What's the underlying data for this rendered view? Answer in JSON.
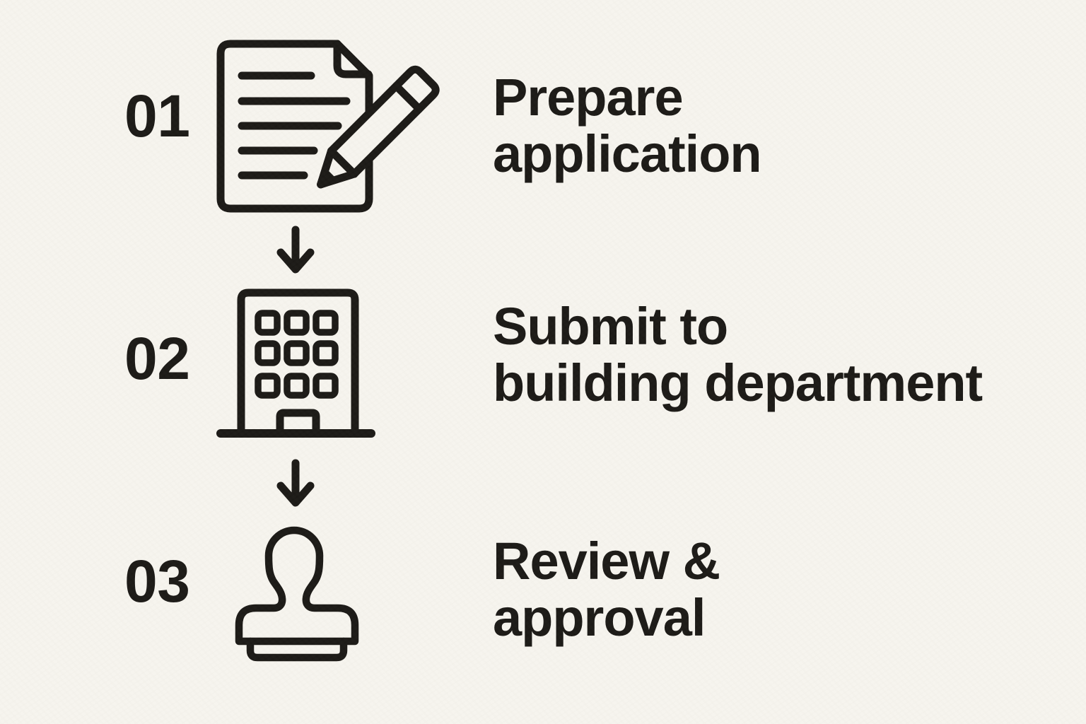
{
  "theme": {
    "background": "#f6f4ee",
    "ink": "#1a1815"
  },
  "diagram": {
    "type": "vertical-process-flow",
    "connector": "arrow-down-icon"
  },
  "steps": [
    {
      "number": "01",
      "icon": "document-pencil-icon",
      "lines": [
        "Prepare",
        "application"
      ]
    },
    {
      "number": "02",
      "icon": "building-icon",
      "lines": [
        "Submit to",
        "building department"
      ]
    },
    {
      "number": "03",
      "icon": "stamp-icon",
      "lines": [
        "Review &",
        "approval"
      ]
    }
  ]
}
